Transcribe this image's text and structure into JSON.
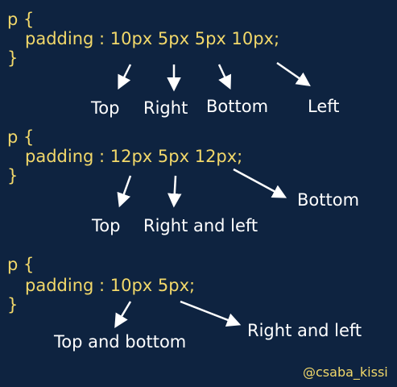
{
  "colors": {
    "background": "#0e2340",
    "code_text": "#f2d86a",
    "label_text": "#ffffff",
    "arrow": "#ffffff"
  },
  "blocks": [
    {
      "open": "p {",
      "declaration": "padding : 10px 5px 5px 10px;",
      "close": "}",
      "labels": [
        "Top",
        "Right",
        "Bottom",
        "Left"
      ]
    },
    {
      "open": "p {",
      "declaration": "padding : 12px 5px 12px;",
      "close": "}",
      "labels": [
        "Top",
        "Right and left",
        "Bottom"
      ]
    },
    {
      "open": "p {",
      "declaration": "padding : 10px 5px;",
      "close": "}",
      "labels": [
        "Top and bottom",
        "Right and left"
      ]
    }
  ],
  "credit": "@csaba_kissi"
}
